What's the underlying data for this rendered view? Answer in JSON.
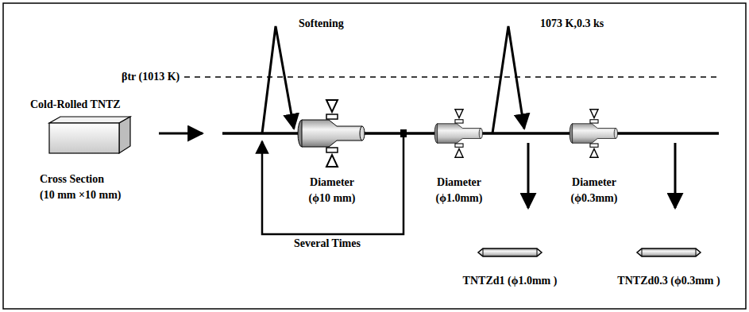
{
  "diagram": {
    "labels": [
      "βtr (1013 K)",
      "Softening",
      "1073 K,0.3 ks",
      "Cold-Rolled TNTZ",
      "Cross Section",
      "(10 mm ×10 mm)",
      "Diameter",
      "(ϕ10 mm)",
      "Several Times",
      "Diameter",
      "(ϕ1.0mm)",
      "Diameter",
      "(ϕ0.3mm)",
      "TNTZd1 (ϕ1.0mm )",
      "TNTZd0.3 (ϕ0.3mm )"
    ]
  }
}
